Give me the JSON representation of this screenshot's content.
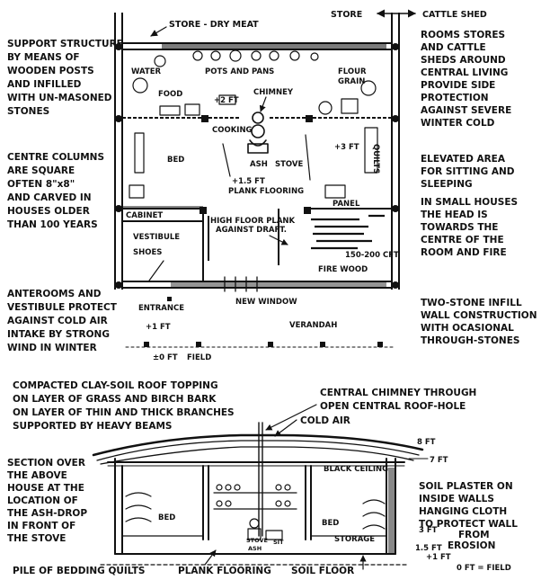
{
  "plan": {
    "top_labels": {
      "store_meat": "STORE - DRY MEAT",
      "store": "STORE",
      "cattle_shed": "CATTLE SHED"
    },
    "left_notes": [
      [
        "SUPPORT STRUCTURE",
        "BY MEANS OF",
        "WOODEN POSTS",
        "AND INFILLED",
        "WITH UN-MASONED",
        "STONES"
      ],
      [
        "CENTRE COLUMNS",
        "ARE SQUARE",
        "OFTEN 8\"x8\"",
        "AND CARVED IN",
        "HOUSES OLDER",
        "THAN 100 YEARS"
      ],
      [
        "ANTEROOMS AND",
        "VESTIBULE PROTECT",
        "AGAINST COLD AIR",
        "INTAKE BY STRONG",
        "WIND IN WINTER"
      ]
    ],
    "right_notes": [
      [
        "ROOMS STORES",
        "AND CATTLE",
        "SHEDS AROUND",
        "CENTRAL LIVING",
        "PROVIDE SIDE",
        "PROTECTION",
        "AGAINST SEVERE",
        "WINTER COLD"
      ],
      [
        "ELEVATED AREA",
        "FOR SITTING AND",
        "SLEEPING"
      ],
      [
        "IN SMALL HOUSES",
        "THE HEAD IS",
        "TOWARDS THE",
        "CENTRE OF THE",
        "ROOM AND FIRE"
      ],
      [
        "TWO-STONE INFILL",
        "WALL CONSTRUCTION",
        "WITH OCASIONAL",
        "THROUGH-STONES"
      ]
    ],
    "rooms": {
      "water": "WATER",
      "food": "FOOD",
      "pots": "POTS AND PANS",
      "flour": "FLOUR",
      "grain": "GRAIN",
      "chimney": "CHIMNEY",
      "cooking": "COOKING",
      "ash": "ASH",
      "stove": "STOVE",
      "plank": "PLANK FLOORING",
      "bed": "BED",
      "quilts": "QUILTS",
      "panel": "PANEL",
      "cabinet": "CABINET",
      "vestibule": "VESTIBULE",
      "shoes": "SHOES",
      "draft1": "HIGH FLOOR PLANK",
      "draft2": "AGAINST DRAFT.",
      "cft": "150-200 CFT",
      "firewood": "FIRE WOOD",
      "new_window": "NEW WINDOW",
      "entrance": "ENTRANCE",
      "verandah": "VERANDAH",
      "field": "FIELD"
    },
    "levels": {
      "l2": "+2 FT",
      "l15": "+1.5 FT",
      "l3": "+3 FT",
      "l1": "+1 FT",
      "l0": "±0 FT"
    }
  },
  "section": {
    "roof_note": [
      "COMPACTED CLAY-SOIL ROOF TOPPING",
      "ON LAYER OF GRASS AND BIRCH BARK",
      "ON LAYER OF THIN AND THICK BRANCHES",
      "SUPPORTED BY HEAVY BEAMS"
    ],
    "chimney_note": [
      "CENTRAL CHIMNEY THROUGH",
      "OPEN CENTRAL ROOF-HOLE"
    ],
    "cold_air": "COLD AIR",
    "left_note": [
      "SECTION OVER",
      "THE ABOVE",
      "HOUSE AT THE",
      "LOCATION OF",
      "THE ASH-DROP",
      "IN FRONT OF",
      "THE STOVE"
    ],
    "right_note": [
      "SOIL PLASTER ON",
      "INSIDE WALLS",
      "HANGING CLOTH",
      "TO PROTECT WALL",
      "FROM",
      "EROSION"
    ],
    "black_ceiling": "BLACK CEILING",
    "bed_left": "BED",
    "bed_right": "BED",
    "storage": "STORAGE",
    "stove_label": "STOVE",
    "ash_label": "ASH",
    "sit_label": "SIT",
    "heights": {
      "h8": "8 FT",
      "h7": "7 FT",
      "h3": "3 FT",
      "h15": "1.5 FT",
      "h1": "+1 FT",
      "h0": "0 FT = FIELD"
    },
    "bottom": {
      "bedding": "PILE OF BEDDING QUILTS",
      "plank": "PLANK FLOORING",
      "soil": "SOIL FLOOR"
    }
  }
}
